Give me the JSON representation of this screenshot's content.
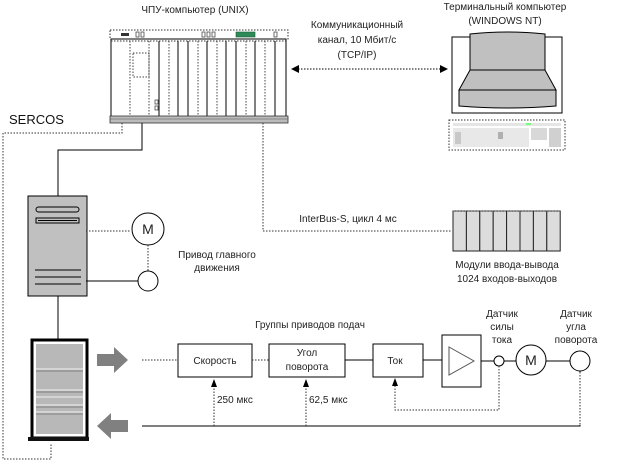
{
  "cnc_computer": {
    "title": "ЧПУ-компьютер (UNIX)",
    "status_led_color": "#2e8b57"
  },
  "channel": {
    "line1": "Коммуникационный",
    "line2": "канал, 10 Мбит/с",
    "line3": "(TCP/IP)"
  },
  "terminal": {
    "line1": "Терминальный компьютер",
    "line2": "(WINDOWS NT)"
  },
  "sercos": {
    "label": "SERCOS"
  },
  "spindle": {
    "motor_symbol": "M",
    "line1": "Привод главного",
    "line2": "движения"
  },
  "interbus": {
    "label": "InterBus-S, цикл 4 мс"
  },
  "io_modules": {
    "line1": "Модули ввода-вывода",
    "line2": "1024 входов-выходов",
    "count": 8
  },
  "feed_drives": {
    "title": "Группы приводов подач",
    "blocks": {
      "speed": "Скорость",
      "angle_line1": "Угол",
      "angle_line2": "поворота",
      "current": "Ток"
    },
    "timings": {
      "speed": "250 мкс",
      "angle": "62,5 мкс"
    },
    "current_sensor": {
      "line1": "Датчик",
      "line2": "силы",
      "line3": "тока"
    },
    "angle_sensor": {
      "line1": "Датчик",
      "line2": "угла",
      "line3": "поворота"
    },
    "motor_symbol": "M"
  },
  "colors": {
    "device_gray": "#c0c0c0",
    "arrow_gray": "#808080",
    "io_gray": "#dcdcdc"
  }
}
